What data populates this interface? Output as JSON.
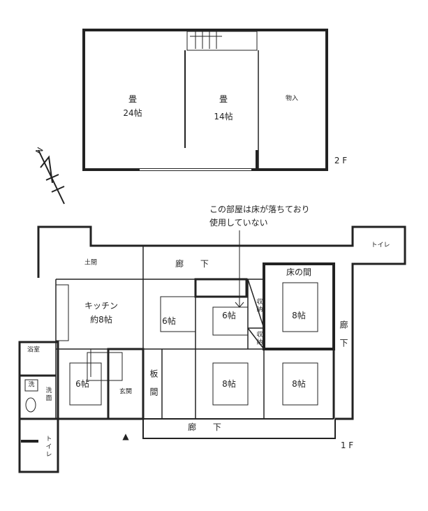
{
  "floor2": {
    "label": "2 F",
    "rooms": [
      {
        "name": "畳",
        "size": "24帖"
      },
      {
        "name": "畳",
        "size": "14帖"
      },
      {
        "name": "物入"
      }
    ]
  },
  "north": "N",
  "note": {
    "line1": "この部屋は床が落ちており",
    "line2": "使用していない"
  },
  "floor1": {
    "label": "1 F",
    "rooms": {
      "doma": "土間",
      "corridor_n": "廊 下",
      "tokonoma": "床の間",
      "toilet_ne": "トイレ",
      "kitchen": "キッチン",
      "kitchen_size": "約8帖",
      "r6a": "6帖",
      "r6b": "6帖",
      "storage1": "収納",
      "storage2": "収納",
      "r8a": "8帖",
      "corridor_e": "廊下",
      "bath": "浴室",
      "r6c": "6帖",
      "genkan": "玄関",
      "itama": "板間",
      "r8b": "8帖",
      "r8c": "8帖",
      "washer": "洗",
      "washroom": "洗面",
      "toilet_sw": "トイレ",
      "corridor_s": "廊 下"
    },
    "entrance_marker": "▲"
  }
}
